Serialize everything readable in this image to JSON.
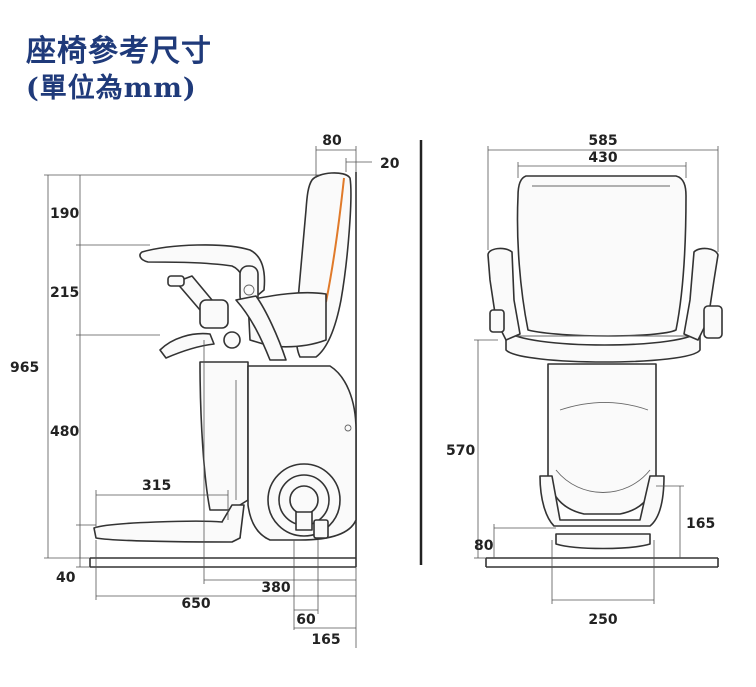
{
  "title": {
    "line1": "座椅參考尺寸",
    "line2": "(單位為mm)"
  },
  "colors": {
    "title": "#1f3a7a",
    "accent": "#e07a2a",
    "line": "#333333"
  },
  "side_view": {
    "dims": {
      "d80": "80",
      "d20": "20",
      "d190": "190",
      "d215": "215",
      "d965": "965",
      "d480": "480",
      "d315": "315",
      "d40": "40",
      "d380": "380",
      "d650": "650",
      "d60": "60",
      "d165": "165"
    }
  },
  "front_view": {
    "dims": {
      "d585": "585",
      "d430": "430",
      "d570": "570",
      "d165": "165",
      "d80": "80",
      "d250": "250"
    }
  }
}
